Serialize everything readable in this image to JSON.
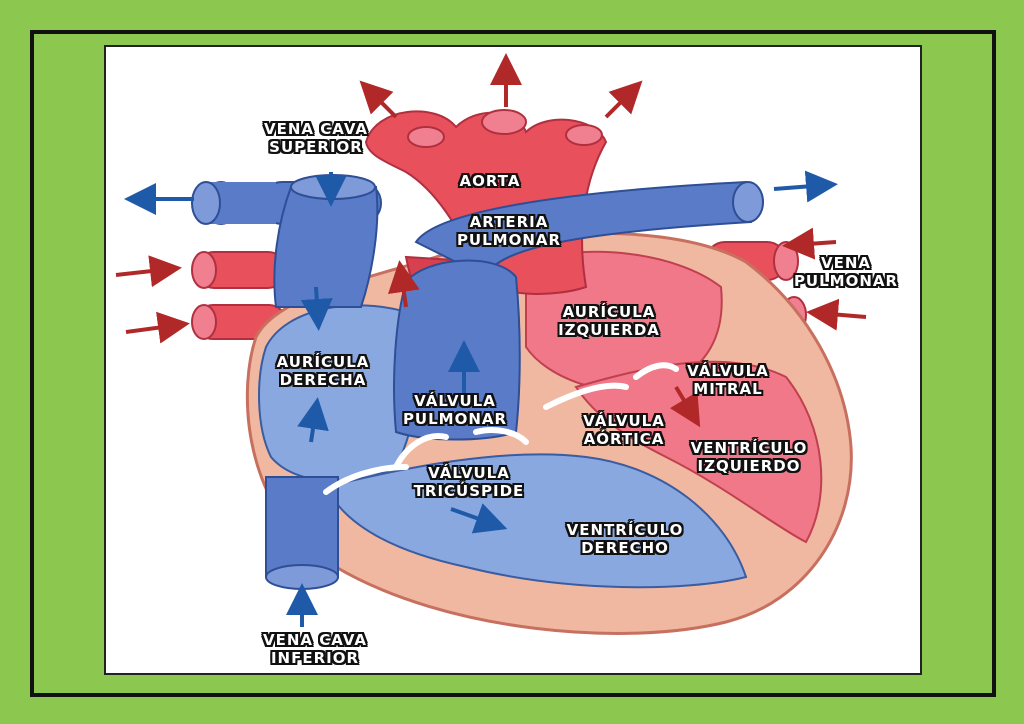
{
  "labels": {
    "vena_cava_superior": [
      "VENA CAVA",
      "SUPERIOR"
    ],
    "aorta": [
      "AORTA"
    ],
    "arteria_pulmonar": [
      "ARTERIA",
      "PULMONAR"
    ],
    "vena_pulmonar": [
      "VENA",
      "PULMONAR"
    ],
    "auricula_izquierda": [
      "AURÍCULA",
      "IZQUIERDA"
    ],
    "auricula_derecha": [
      "AURÍCULA",
      "DERECHA"
    ],
    "valvula_mitral": [
      "VÁLVULA",
      "MITRAL"
    ],
    "valvula_pulmonar": [
      "VÁLVULA",
      "PULMONAR"
    ],
    "valvula_aortica": [
      "VÁLVULA",
      "AÓRTICA"
    ],
    "ventriculo_izquierdo": [
      "VENTRÍCULO",
      "IZQUIERDO"
    ],
    "valvula_tricuspide": [
      "VÁLVULA",
      "TRICÚSPIDE"
    ],
    "ventriculo_derecho": [
      "VENTRÍCULO",
      "DERECHO"
    ],
    "vena_cava_inferior": [
      "VENA CAVA",
      "INFERIOR"
    ]
  },
  "colors": {
    "page_background": "#8cc850",
    "oxygenated": "#e8505c",
    "deoxygenated": "#5a7cc8",
    "muscle": "#f0b8a0",
    "arrow_red": "#b02828",
    "arrow_blue": "#1e5aa8"
  }
}
